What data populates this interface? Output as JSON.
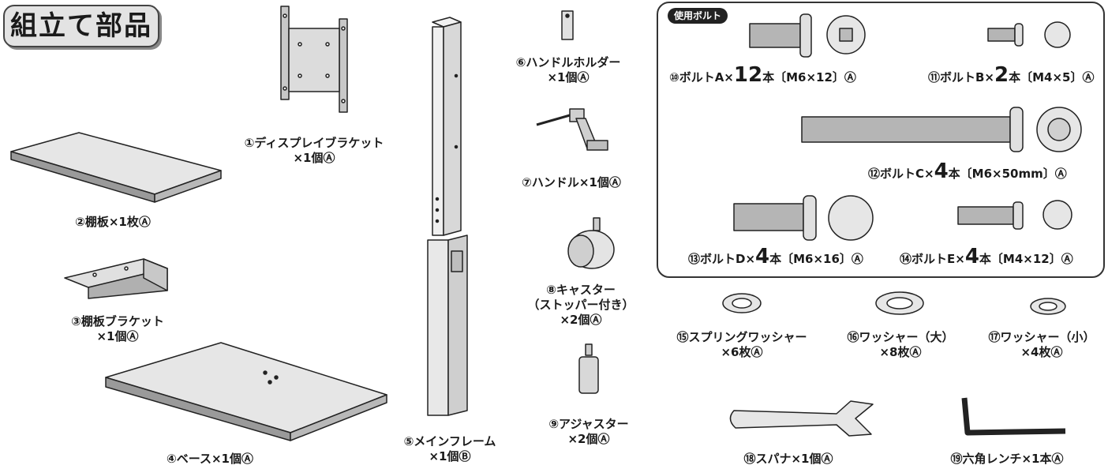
{
  "title": "組立て部品",
  "parts": {
    "p1": {
      "line1": "①ディスプレイブラケット",
      "line2": "×1個Ⓐ"
    },
    "p2": {
      "line1": "②棚板×1枚Ⓐ"
    },
    "p3": {
      "line1": "③棚板ブラケット",
      "line2": "×1個Ⓐ"
    },
    "p4": {
      "line1": "④ベース×1個Ⓐ"
    },
    "p5": {
      "line1": "⑤メインフレーム",
      "line2": "×1個Ⓑ"
    },
    "p6": {
      "line1": "⑥ハンドルホルダー",
      "line2": "×1個Ⓐ"
    },
    "p7": {
      "line1": "⑦ハンドル×1個Ⓐ"
    },
    "p8": {
      "line1": "⑧キャスター",
      "line2": "（ストッパー付き）",
      "line3": "×2個Ⓐ"
    },
    "p9": {
      "line1": "⑨アジャスター",
      "line2": "×2個Ⓐ"
    },
    "p15": {
      "line1": "⑮スプリングワッシャー",
      "line2": "×6枚Ⓐ"
    },
    "p16": {
      "line1": "⑯ワッシャー（大）",
      "line2": "×8枚Ⓐ"
    },
    "p17": {
      "line1": "⑰ワッシャー（小）",
      "line2": "×4枚Ⓐ"
    },
    "p18": {
      "line1": "⑱スパナ×1個Ⓐ"
    },
    "p19": {
      "line1": "⑲六角レンチ×1本Ⓐ"
    }
  },
  "bolts": {
    "tag": "使用ボルト",
    "b10": {
      "pre": "⑩ボルトA×",
      "num": "12",
      "post": "本〔M6×12〕Ⓐ"
    },
    "b11": {
      "pre": "⑪ボルトB×",
      "num": "2",
      "post": "本〔M4×5〕Ⓐ"
    },
    "b12": {
      "pre": "⑫ボルトC×",
      "num": "4",
      "post": "本〔M6×50mm〕Ⓐ"
    },
    "b13": {
      "pre": "⑬ボルトD×",
      "num": "4",
      "post": "本〔M6×16〕Ⓐ"
    },
    "b14": {
      "pre": "⑭ボルトE×",
      "num": "4",
      "post": "本〔M4×12〕Ⓐ"
    }
  },
  "colors": {
    "part_fill": "#e6e6e6",
    "part_dark": "#9a9a9a",
    "outline": "#222222"
  }
}
